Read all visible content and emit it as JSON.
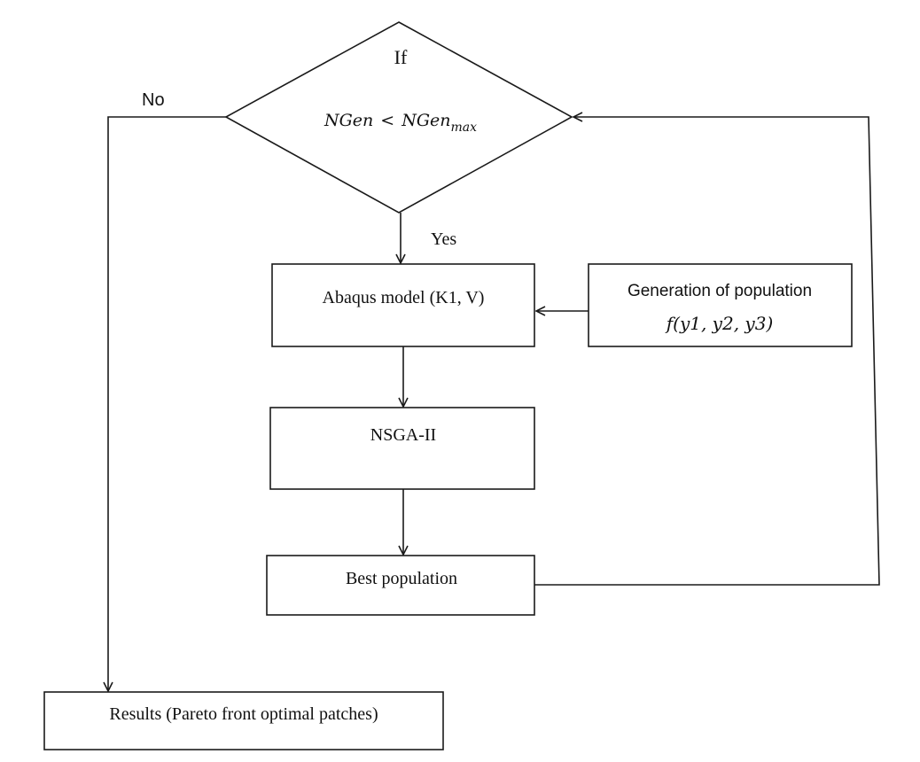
{
  "decision": {
    "title": "If",
    "condition": {
      "lhs": "NGen",
      "op": "<",
      "rhs_base": "NGen",
      "rhs_sub": "max"
    }
  },
  "branches": {
    "yes": "Yes",
    "no": "No"
  },
  "boxes": {
    "abaqus": "Abaqus model (K1, V)",
    "generation_title": "Generation of population",
    "generation_formula": "f(y1, y2, y3)",
    "nsga": "NSGA-II",
    "best": "Best population",
    "results": "Results (Pareto front optimal patches)"
  },
  "colors": {
    "stroke": "#1a1a1a",
    "text": "#111111",
    "background": "#ffffff"
  }
}
